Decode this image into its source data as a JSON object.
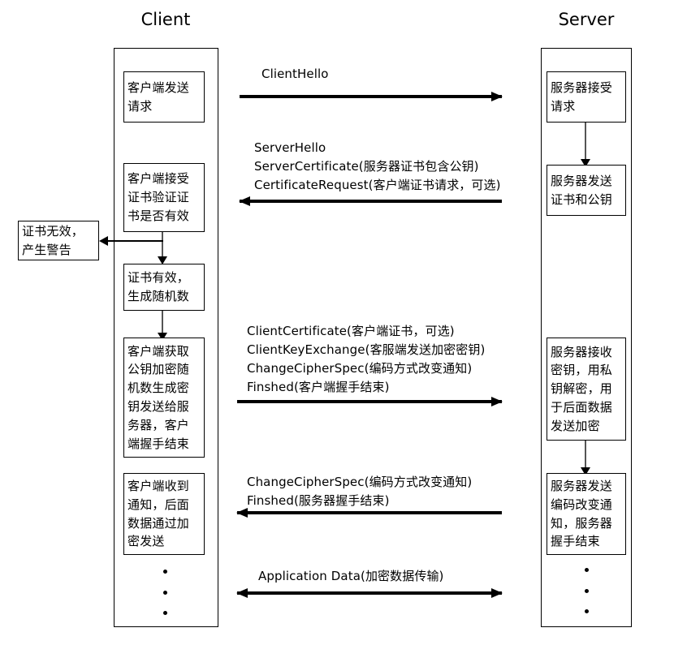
{
  "diagram": {
    "title_client": "Client",
    "title_server": "Server"
  },
  "client": {
    "steps": [
      {
        "id": "client-send-request",
        "text": "客户端发送\n请求"
      },
      {
        "id": "client-verify-cert",
        "text": "客户端接受\n证书验证证\n书是否有效"
      },
      {
        "id": "client-cert-valid",
        "text": "证书有效，\n生成随机数"
      },
      {
        "id": "client-key-gen",
        "text": "客户端获取\n公钥加密随\n机数生成密\n钥发送给服\n务器，客户\n端握手结束"
      },
      {
        "id": "client-encrypted-notice",
        "text": "客户端收到\n通知，后面\n数据通过加\n密发送"
      }
    ],
    "alert": {
      "id": "cert-invalid-alert",
      "text": "证书无效，\n产生警告"
    }
  },
  "server": {
    "steps": [
      {
        "id": "server-accept-request",
        "text": "服务器接受\n请求"
      },
      {
        "id": "server-send-cert",
        "text": "服务器发送\n证书和公钥"
      },
      {
        "id": "server-receive-key",
        "text": "服务器接收\n密钥，用私\n钥解密，用\n于后面数据\n发送加密"
      },
      {
        "id": "server-change-cipher",
        "text": "服务器发送\n编码改变通\n知，服务器\n握手结束"
      }
    ]
  },
  "messages": [
    {
      "id": "msg-client-hello",
      "direction": "right",
      "lines": [
        "ClientHello"
      ]
    },
    {
      "id": "msg-server-hello",
      "direction": "left",
      "lines": [
        "ServerHello",
        "ServerCertificate(服务器证书包含公钥)",
        "CertificateRequest(客户端证书请求，可选)"
      ]
    },
    {
      "id": "msg-client-key-exchange",
      "direction": "right",
      "lines": [
        "ClientCertificate(客户端证书，可选)",
        "ClientKeyExchange(客服端发送加密密钥)",
        "ChangeCipherSpec(编码方式改变通知)",
        "Finshed(客户端握手结束)"
      ]
    },
    {
      "id": "msg-server-finished",
      "direction": "left",
      "lines": [
        "ChangeCipherSpec(编码方式改变通知)",
        "Finshed(服务器握手结束)"
      ]
    },
    {
      "id": "msg-application-data",
      "direction": "both",
      "lines": [
        "Application Data(加密数据传输)"
      ]
    }
  ],
  "colors": {
    "stroke": "#000000",
    "background": "#ffffff",
    "connector": "#555555"
  }
}
